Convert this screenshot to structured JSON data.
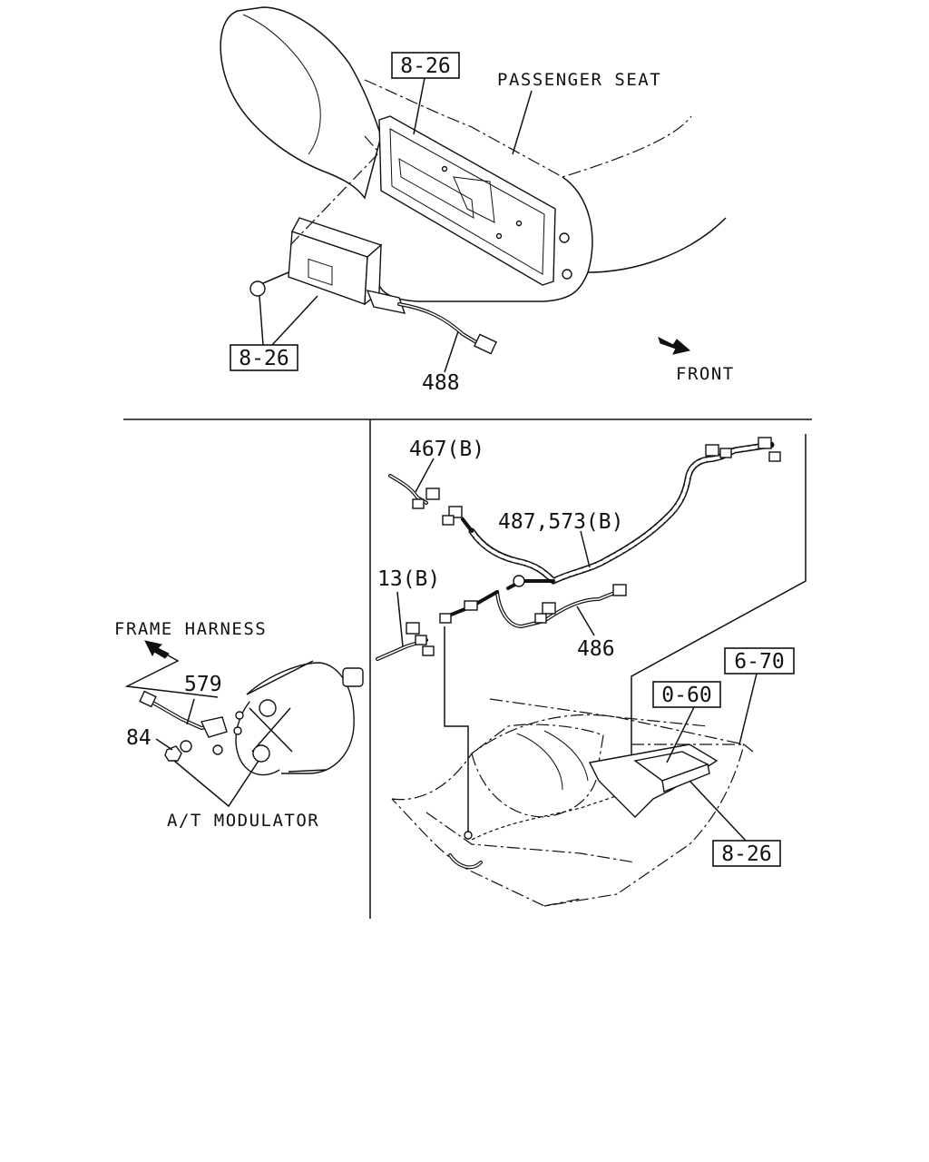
{
  "top_view": {
    "ref_box_upper": "8-26",
    "ref_box_lower": "8-26",
    "passenger_seat_label": "PASSENGER SEAT",
    "part_488": "488",
    "front_label": "FRONT"
  },
  "left_view": {
    "frame_harness_label": "FRAME HARNESS",
    "part_579": "579",
    "part_84": "84",
    "at_modulator_label": "A/T MODULATOR"
  },
  "right_view": {
    "part_467b": "467(B)",
    "part_487_573b": "487,573(B)",
    "part_13b": "13(B)",
    "part_486": "486",
    "ref_box_670": "6-70",
    "ref_box_060": "0-60",
    "ref_box_826": "8-26"
  },
  "icons": {
    "front_arrow": "arrow-right-down-icon",
    "frame_arrow": "arrow-up-left-icon"
  }
}
